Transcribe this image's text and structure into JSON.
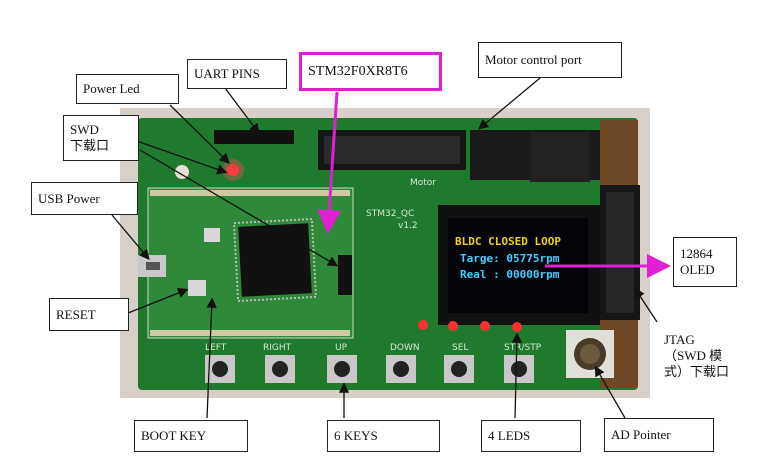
{
  "callouts": {
    "uart_pins": "UART PINS",
    "mcu": "STM32F0XR8T6",
    "motor_port": "Motor control port",
    "power_led": "Power Led",
    "swd_line1": "SWD",
    "swd_line2": "下载口",
    "usb_power": "USB Power",
    "reset": "RESET",
    "oled_line1": "12864",
    "oled_line2": "OLED",
    "jtag_line1": "JTAG",
    "jtag_line2": "（SWD 模",
    "jtag_line3": "式）下载口",
    "boot_key": "BOOT KEY",
    "six_keys": "6 KEYS",
    "four_leds": "4 LEDS",
    "ad_pointer": "AD Pointer"
  },
  "board": {
    "silk_motor": "Motor",
    "silk_model": "STM32_QC",
    "silk_version": "v1.2",
    "silk_keys": [
      "LEFT",
      "RIGHT",
      "UP",
      "DOWN",
      "SEL",
      "STR/STP"
    ]
  },
  "oled": {
    "line1": "BLDC CLOSED LOOP",
    "line2": "Targe: 05775rpm",
    "line3": "Real : 00000rpm"
  },
  "colors": {
    "board_green": "#1f7a2e",
    "accent_pink": "#e020d0",
    "oled_yellow": "#f0d020",
    "oled_cyan": "#40d0ff"
  }
}
